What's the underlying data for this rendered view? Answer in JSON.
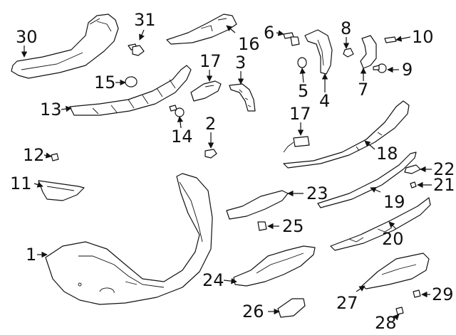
{
  "callouts": [
    {
      "id": "c1",
      "label": "1"
    },
    {
      "id": "c2",
      "label": "2"
    },
    {
      "id": "c3",
      "label": "3"
    },
    {
      "id": "c4",
      "label": "4"
    },
    {
      "id": "c5",
      "label": "5"
    },
    {
      "id": "c6",
      "label": "6"
    },
    {
      "id": "c7",
      "label": "7"
    },
    {
      "id": "c8",
      "label": "8"
    },
    {
      "id": "c9",
      "label": "9"
    },
    {
      "id": "c10",
      "label": "10"
    },
    {
      "id": "c11",
      "label": "11"
    },
    {
      "id": "c12",
      "label": "12"
    },
    {
      "id": "c13",
      "label": "13"
    },
    {
      "id": "c14",
      "label": "14"
    },
    {
      "id": "c15",
      "label": "15"
    },
    {
      "id": "c16",
      "label": "16"
    },
    {
      "id": "c17a",
      "label": "17"
    },
    {
      "id": "c17b",
      "label": "17"
    },
    {
      "id": "c18",
      "label": "18"
    },
    {
      "id": "c19",
      "label": "19"
    },
    {
      "id": "c20",
      "label": "20"
    },
    {
      "id": "c21",
      "label": "21"
    },
    {
      "id": "c22",
      "label": "22"
    },
    {
      "id": "c23",
      "label": "23"
    },
    {
      "id": "c24",
      "label": "24"
    },
    {
      "id": "c25",
      "label": "25"
    },
    {
      "id": "c26",
      "label": "26"
    },
    {
      "id": "c27",
      "label": "27"
    },
    {
      "id": "c28",
      "label": "28"
    },
    {
      "id": "c29",
      "label": "29"
    },
    {
      "id": "c30",
      "label": "30"
    },
    {
      "id": "c31",
      "label": "31"
    }
  ]
}
